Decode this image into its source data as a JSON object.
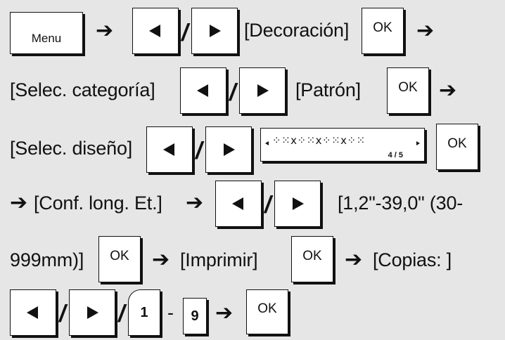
{
  "keys": {
    "menu": "Menu",
    "ok": "OK",
    "num_from": "1",
    "num_to": "9",
    "slash": "/",
    "dash": "-",
    "arrow": "➔"
  },
  "steps": {
    "decoracion": "[Decoración]",
    "selec_categoria": "[Selec. categoría]",
    "patron": "[Patrón]",
    "selec_diseno": "[Selec. diseño]",
    "conf_long": "[Conf. long. Et.]",
    "range": "[1,2\"-39,0\" (30-",
    "range_end": "999mm)]",
    "imprimir": "[Imprimir]",
    "copias": "[Copias: ]"
  },
  "display": {
    "pattern": "⁘⁙x⁘⁙x⁘⁙x⁘⁙",
    "page": "4 / 5"
  },
  "icons": {
    "left": "left-triangle-icon",
    "right": "right-triangle-icon"
  }
}
